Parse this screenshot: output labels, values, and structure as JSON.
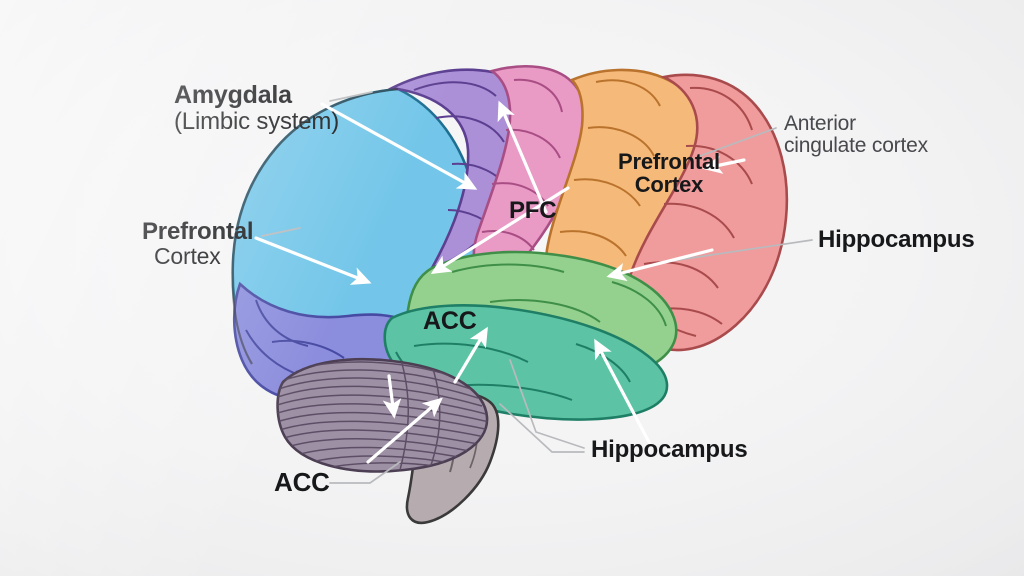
{
  "figure": {
    "title": "Brain regions diagram",
    "background_color": "#f0f0f1"
  },
  "labels": {
    "amygdala": {
      "line1": "Amygdala",
      "line2": "(Limbic system)"
    },
    "prefrontal_cortex_left": {
      "line1": "Prefrontal",
      "line2": "Cortex"
    },
    "prefrontal_cortex_right": {
      "line1": "Prefrontal",
      "line2": "Cortex"
    },
    "acc_left": {
      "text": "ACC"
    },
    "acc_inner": {
      "text": "ACC"
    },
    "pfc_inner": {
      "text": "PFC"
    },
    "anterior_cingulate_cortex": {
      "line1": "Anterior",
      "line2": "cingulate cortex"
    },
    "hippocampus_right": {
      "text": "Hippocampus"
    },
    "hippocampus_bottom": {
      "text": "Hippocampus"
    }
  },
  "brain_regions": [
    {
      "name": "parietal-lobe",
      "color": "#72c6e8",
      "stroke": "#1f6f92"
    },
    {
      "name": "superior-frontal-band",
      "color": "#a98ed6",
      "stroke": "#5a3f8c"
    },
    {
      "name": "occipital-lobe",
      "color": "#8b8ddd",
      "stroke": "#4a4aa0"
    },
    {
      "name": "precentral-pink",
      "color": "#e899c4",
      "stroke": "#a74d82"
    },
    {
      "name": "frontal-lobe-orange",
      "color": "#f4b878",
      "stroke": "#b9722c"
    },
    {
      "name": "prefrontal-salmon",
      "color": "#ef9a9b",
      "stroke": "#a84a4c"
    },
    {
      "name": "temporal-lobe-green",
      "color": "#93d08e",
      "stroke": "#3f8f49"
    },
    {
      "name": "temporal-lobe-teal",
      "color": "#5cc4a4",
      "stroke": "#1f7f66"
    },
    {
      "name": "cerebellum",
      "color": "#9b8fa3",
      "stroke": "#4d3f53"
    },
    {
      "name": "brainstem",
      "color": "#b4aaae",
      "stroke": "#3a3a3a"
    }
  ],
  "annotation_colors": {
    "arrow": "#ffffff",
    "leader_line": "#b9babd",
    "text": "#17181a",
    "text_muted": "#47494d"
  }
}
